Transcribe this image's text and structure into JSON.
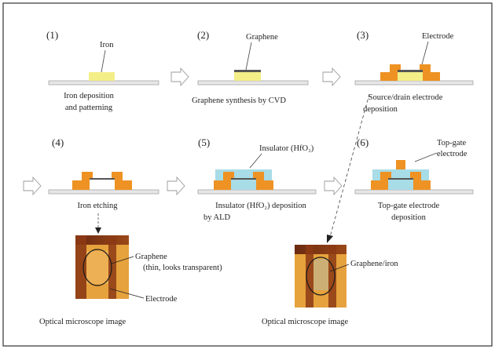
{
  "colors": {
    "iron": "#F4EE88",
    "electrode": "#EE9223",
    "insulator": "#A8DCE6",
    "substrate": "#E6E6E6",
    "graphene": "#555555",
    "arrow": "#B0B0B0",
    "border": "#333333",
    "micro_bg": "#E6A23C",
    "micro_dark": "#8C3A14"
  },
  "steps": [
    {
      "num": "(1)",
      "label": "Iron",
      "caption": [
        "Iron deposition",
        "and patterning"
      ]
    },
    {
      "num": "(2)",
      "label": "Graphene",
      "caption": [
        "Graphene synthesis by CVD"
      ]
    },
    {
      "num": "(3)",
      "label": "Electrode",
      "caption": [
        "Source/drain  electrode",
        "deposition"
      ]
    },
    {
      "num": "(4)",
      "caption": [
        "Iron etching"
      ]
    },
    {
      "num": "(5)",
      "label": "Insulator (HfO₂)",
      "caption": [
        "Insulator (HfO₂) deposition",
        "by ALD"
      ]
    },
    {
      "num": "(6)",
      "label": [
        "Top-gate",
        "electrode"
      ],
      "caption": [
        "Top-gate electrode",
        "deposition"
      ]
    }
  ],
  "micrographs": [
    {
      "labels": [
        "Graphene",
        "(thin, looks transparent)",
        "Electrode"
      ],
      "caption": "Optical microscope image"
    },
    {
      "labels": [
        "Graphene/iron"
      ],
      "caption": "Optical microscope image"
    }
  ]
}
